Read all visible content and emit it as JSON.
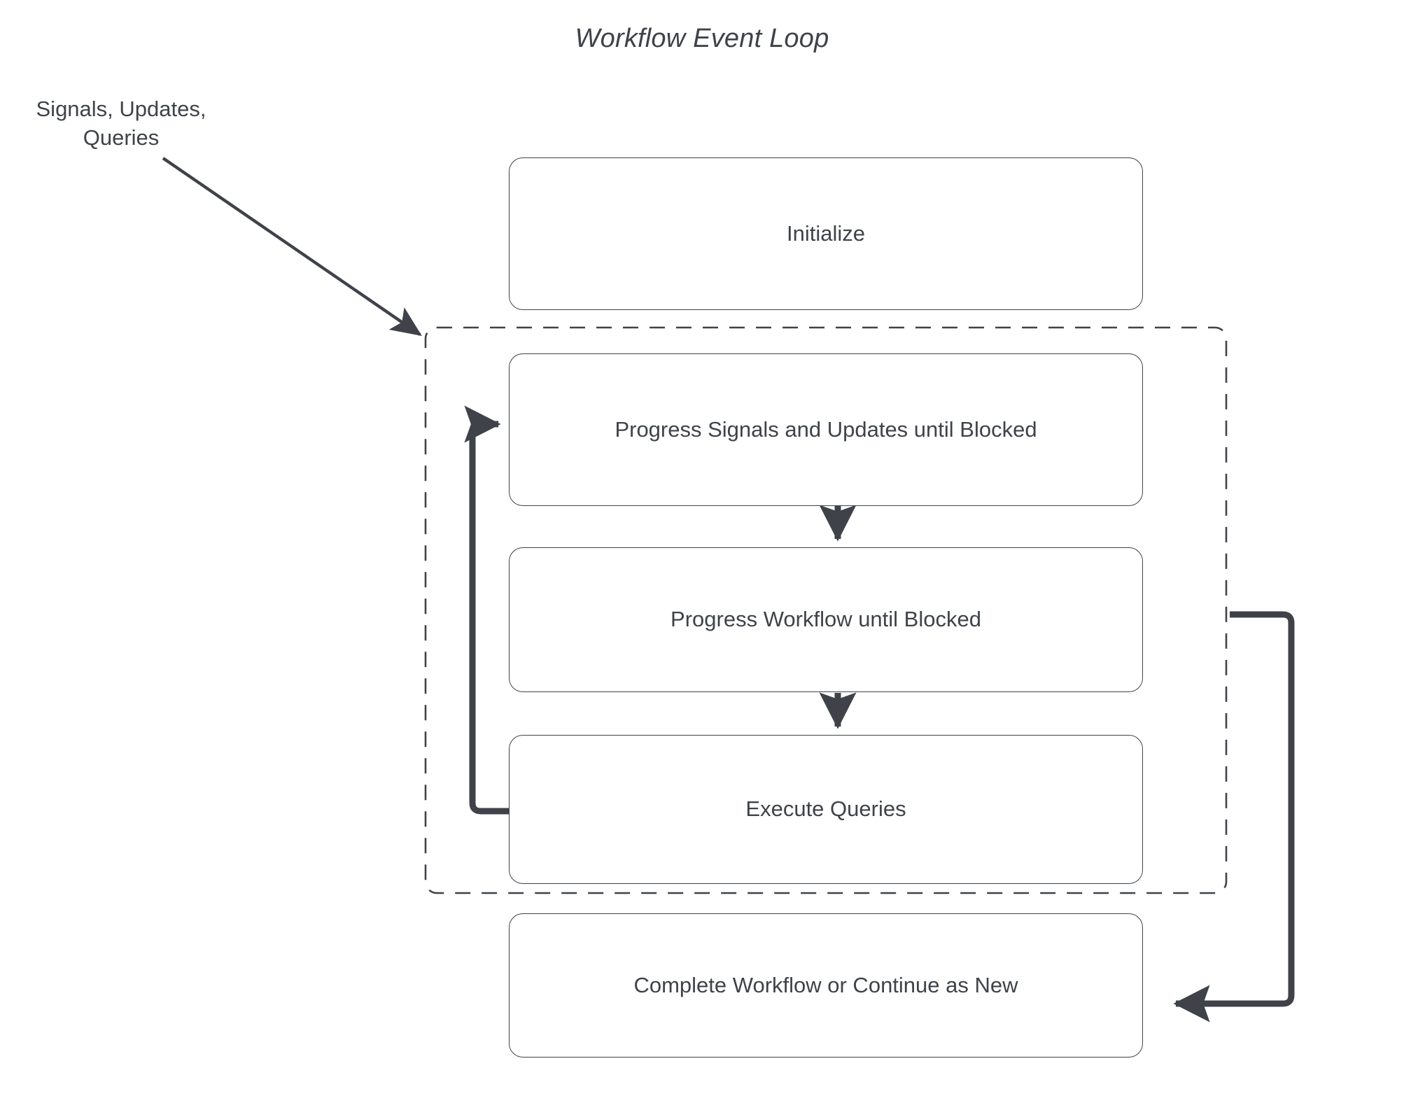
{
  "diagram": {
    "title": "Workflow Event Loop",
    "type": "flowchart",
    "background_color": "#ffffff",
    "stroke_color": "#3f4349",
    "text_color": "#3f4349",
    "edge_labels": [
      {
        "id": "input-label",
        "line1": "Signals, Updates,",
        "line2": "Queries"
      }
    ],
    "nodes": [
      {
        "id": "initialize",
        "label": "Initialize"
      },
      {
        "id": "progress-signals",
        "label": "Progress Signals and Updates until Blocked"
      },
      {
        "id": "progress-workflow",
        "label": "Progress Workflow until Blocked"
      },
      {
        "id": "execute-queries",
        "label": "Execute Queries"
      },
      {
        "id": "complete",
        "label": "Complete Workflow or Continue as New"
      }
    ],
    "container": {
      "id": "event-loop-container",
      "style": "dashed",
      "label": ""
    },
    "edges": [
      {
        "from": "input-label",
        "to": "event-loop-container",
        "style": "thin-diagonal"
      },
      {
        "from": "progress-signals",
        "to": "progress-workflow",
        "style": "thick-down"
      },
      {
        "from": "progress-workflow",
        "to": "execute-queries",
        "style": "thick-down"
      },
      {
        "from": "execute-queries",
        "to": "progress-signals",
        "style": "thick-loop-back"
      },
      {
        "from": "event-loop-container",
        "to": "complete",
        "style": "thick-right-down-left"
      }
    ]
  }
}
